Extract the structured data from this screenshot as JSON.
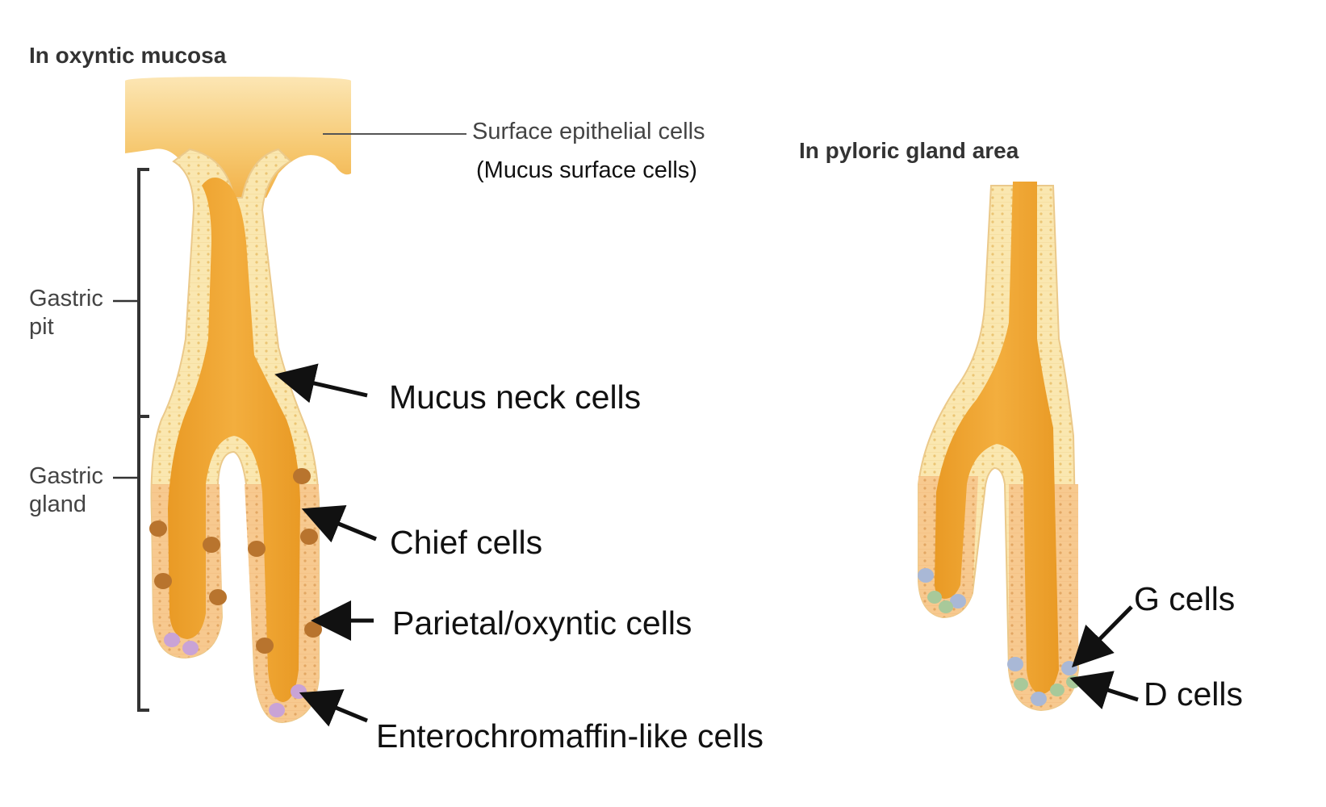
{
  "left_panel": {
    "heading": "In oxyntic mucosa",
    "labels": {
      "surface_epithelial": "Surface epithelial cells",
      "mucus_surface": "(Mucus surface cells)",
      "gastric_pit_1": "Gastric",
      "gastric_pit_2": "pit",
      "gastric_gland_1": "Gastric",
      "gastric_gland_2": "gland",
      "mucus_neck": "Mucus neck cells",
      "chief": "Chief cells",
      "parietal": "Parietal/oxyntic cells",
      "ecl": "Enterochromaffin-like cells"
    }
  },
  "right_panel": {
    "heading": "In pyloric gland area",
    "labels": {
      "g_cells": "G cells",
      "d_cells": "D cells"
    }
  },
  "colors": {
    "lumen": "#F0A530",
    "epithelium": "#F9E3A6",
    "gland_cells": "#F6C488",
    "chief_cell": "#B8742E",
    "ecl_cell": "#C9A3D6",
    "g_cell": "#A9B8D6",
    "d_cell": "#A8C99A",
    "bracket": "#333333",
    "arrow": "#111111"
  }
}
